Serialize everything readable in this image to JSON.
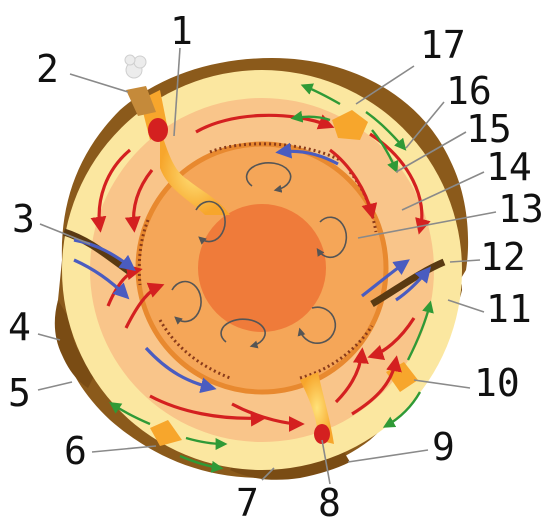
{
  "diagram": {
    "labels": [
      "1",
      "2",
      "3",
      "4",
      "5",
      "6",
      "7",
      "8",
      "9",
      "10",
      "11",
      "12",
      "13",
      "14",
      "15",
      "16",
      "17"
    ],
    "colors": {
      "background": "#ffffff",
      "crust": "#8b5a1b",
      "upper_mantle": "#fbe7a0",
      "lower_mantle": "#f9c58a",
      "outer_core": "#f5a658",
      "inner_core": "#ef7b3a",
      "hot_flow": "#d42020",
      "cool_flow": "#4a5cc0",
      "plate_motion": "#2f9a36",
      "core_convection": "#555555",
      "label_text": "#111111",
      "leader_line": "#8a8a8a"
    },
    "icons": [
      "hot-flow-arrow",
      "cool-flow-arrow",
      "plate-motion-arrow",
      "core-convection-arrow",
      "hotspot-plume",
      "eruption-cloud"
    ]
  }
}
